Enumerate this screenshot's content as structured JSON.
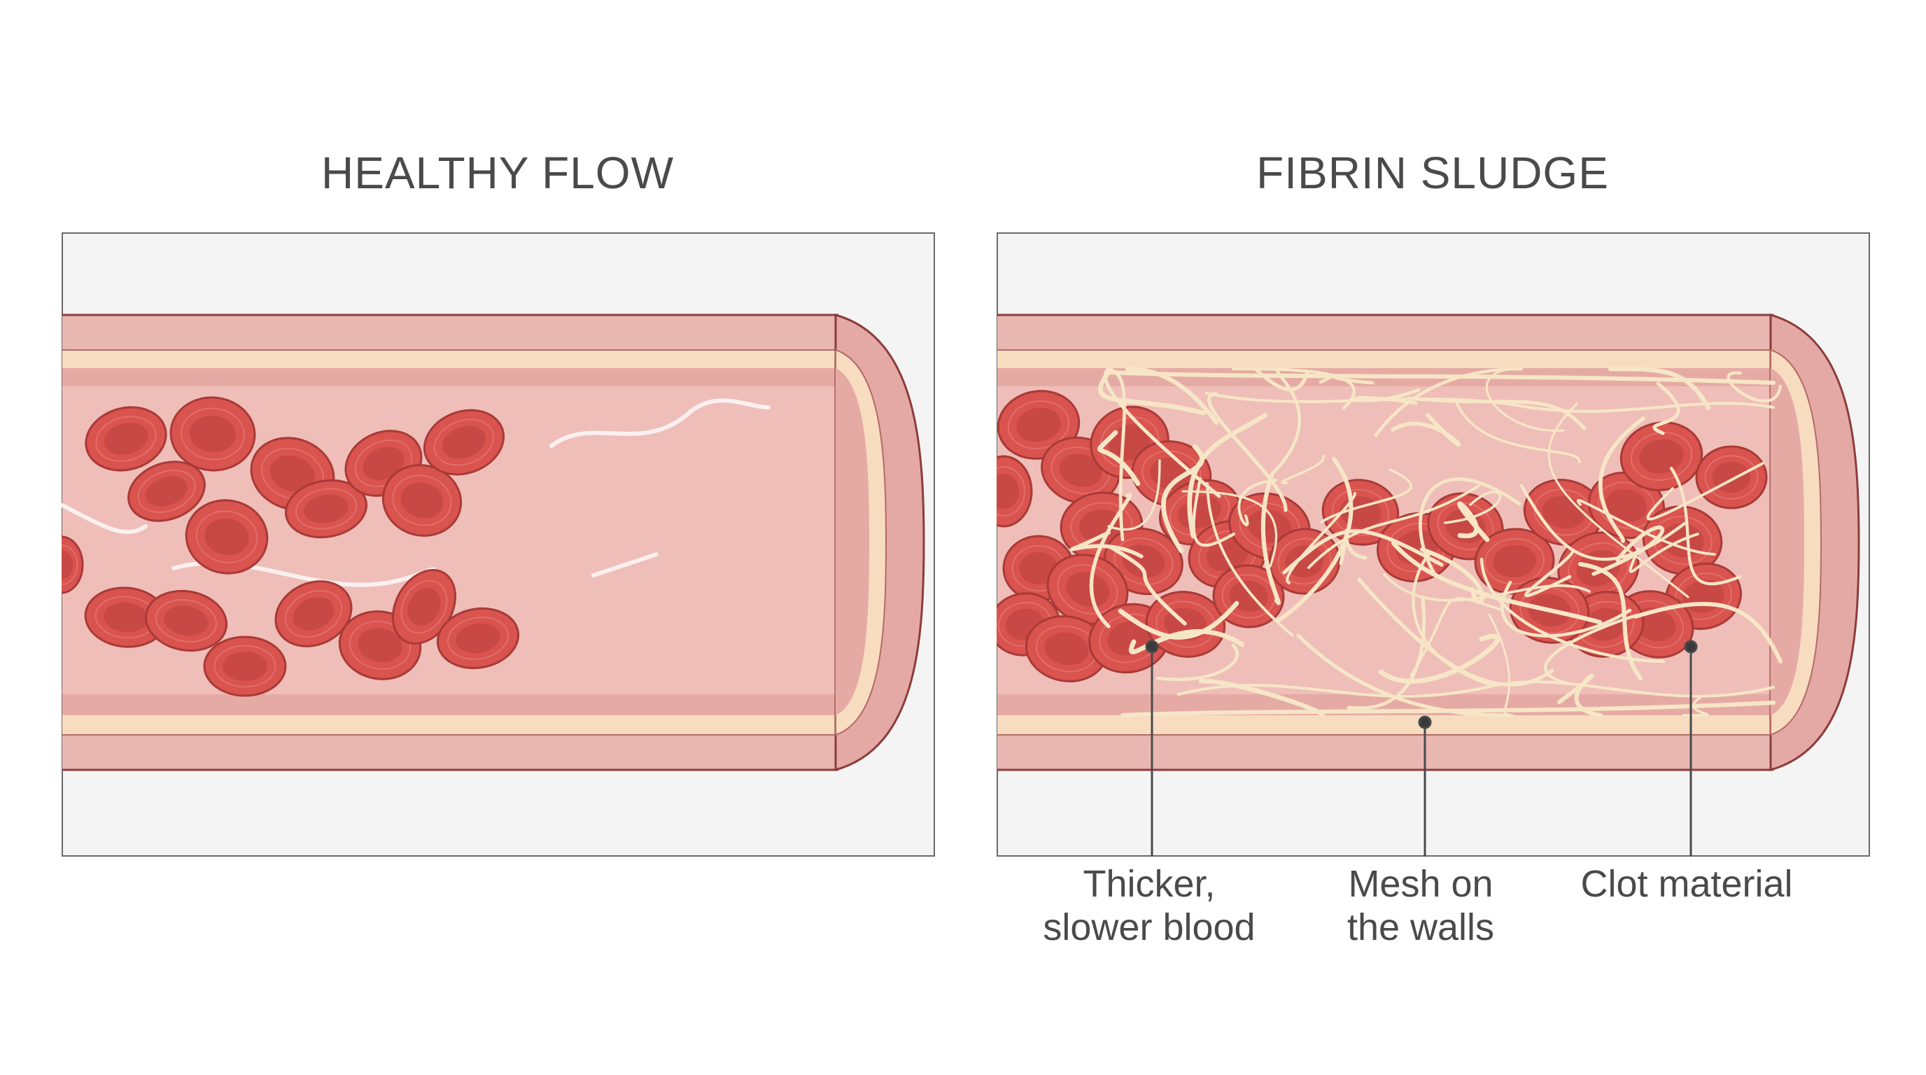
{
  "panels": {
    "left": {
      "title": "HEALTHY FLOW"
    },
    "right": {
      "title": "FIBRIN SLUDGE"
    }
  },
  "callouts": [
    {
      "label": "Thicker,\nslower blood"
    },
    {
      "label": "Mesh on\nthe walls"
    },
    {
      "label": "Clot material"
    }
  ],
  "colors": {
    "vessel_wall": "#e8b4b0",
    "vessel_lumen": "#eebbb6",
    "inner_lining": "#f7dcc0",
    "red_cell": "#d9534f",
    "red_cell_dark": "#a83a37",
    "fibrin": "#f3e2c0",
    "panel_bg": "#f4f4f4",
    "outline": "#8c3c3c"
  }
}
